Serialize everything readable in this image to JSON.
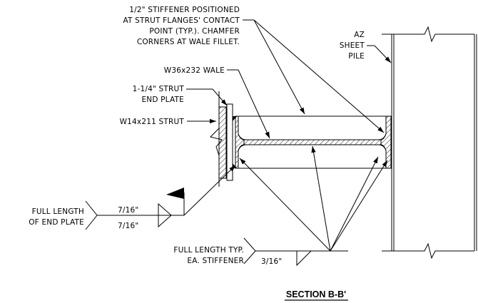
{
  "notes": {
    "stiffener": [
      "1/2\" STIFFENER POSITIONED",
      "AT STRUT FLANGES' CONTACT",
      "POINT (TYP.). CHAMFER",
      "CORNERS AT WALE FILLET."
    ],
    "sheet_pile": [
      "AZ",
      "SHEET",
      "PILE"
    ],
    "wale": "W36x232 WALE",
    "end_plate": [
      "1-1/4\" STRUT",
      "END PLATE"
    ],
    "strut": "W14x211 STRUT",
    "end_plate_weld": [
      "FULL LENGTH",
      "OF END PLATE"
    ],
    "weld_top": "7/16\"",
    "weld_bottom": "7/16\"",
    "stiffener_weld": [
      "FULL LENGTH TYP.",
      "EA. STIFFENER"
    ],
    "stiffener_weld_size": "3/16\""
  },
  "section_title": "SECTION B-B'"
}
